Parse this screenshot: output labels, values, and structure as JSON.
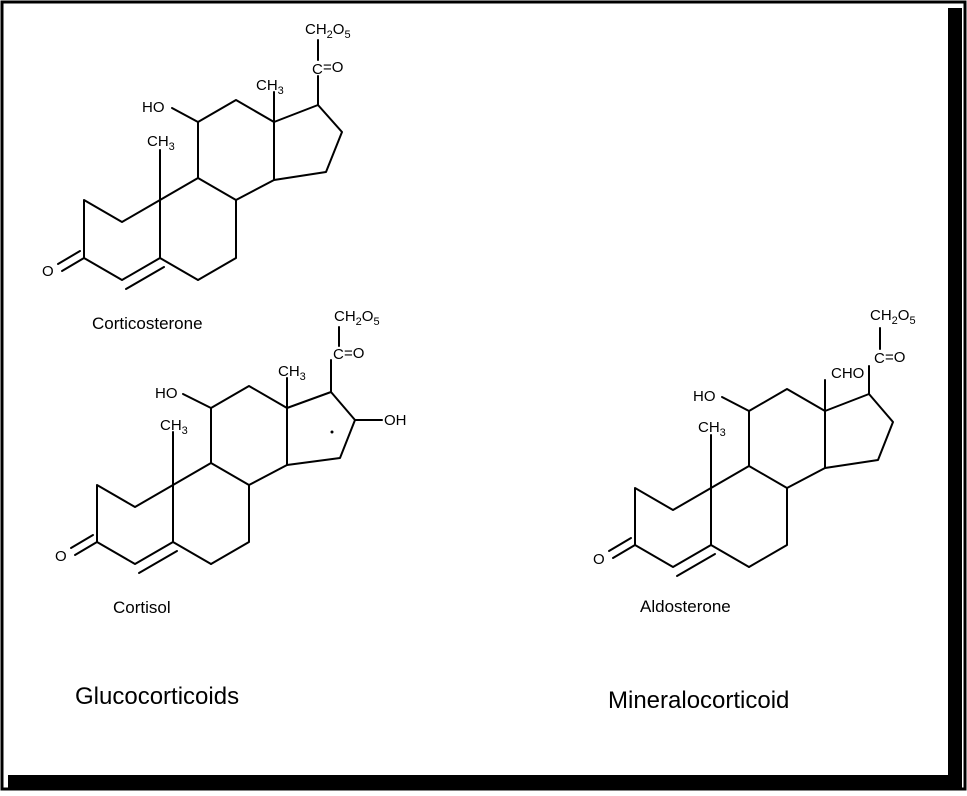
{
  "molecules": [
    {
      "name": "Corticosterone",
      "groups": {
        "side_chain_top": "CH",
        "side_chain_top_sub": "2",
        "side_chain_top_o": "O",
        "side_chain_top_o_sub": "5",
        "carbonyl_c": "C",
        "carbonyl_eq_o": "=O",
        "methyl_18": "CH",
        "methyl_18_sub": "3",
        "methyl_19": "CH",
        "methyl_19_sub": "3",
        "hydroxyl_11": "HO",
        "ketone_3": "O"
      }
    },
    {
      "name": "Cortisol",
      "groups": {
        "side_chain_top": "CH",
        "side_chain_top_sub": "2",
        "side_chain_top_o": "O",
        "side_chain_top_o_sub": "5",
        "carbonyl_c": "C",
        "carbonyl_eq_o": "=O",
        "methyl_18": "CH",
        "methyl_18_sub": "3",
        "methyl_19": "CH",
        "methyl_19_sub": "3",
        "hydroxyl_11": "HO",
        "hydroxyl_17": "OH",
        "ketone_3": "O"
      }
    },
    {
      "name": "Aldosterone",
      "groups": {
        "side_chain_top": "CH",
        "side_chain_top_sub": "2",
        "side_chain_top_o": "O",
        "side_chain_top_o_sub": "5",
        "carbonyl_c": "C",
        "carbonyl_eq_o": "=O",
        "aldehyde_18": "CHO",
        "methyl_19": "CH",
        "methyl_19_sub": "3",
        "hydroxyl_11": "HO",
        "ketone_3": "O"
      }
    }
  ],
  "categories": {
    "left": "Glucocorticoids",
    "right": "Mineralocorticoid"
  }
}
